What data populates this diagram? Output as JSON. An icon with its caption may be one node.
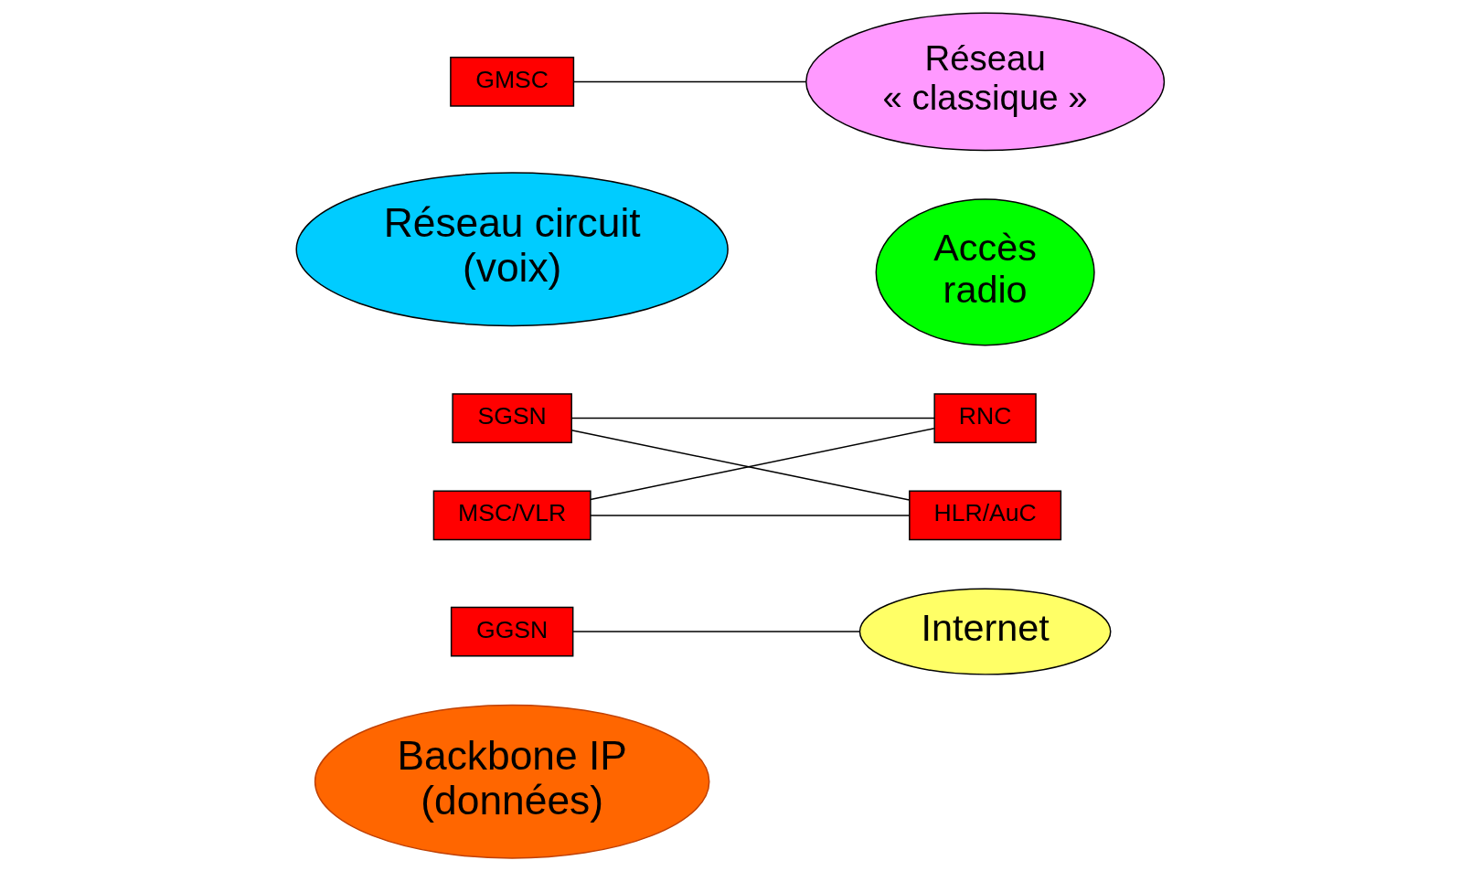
{
  "diagram": {
    "nodes": [
      {
        "text": [
          "Backbone IP (données)"
        ]
      },
      {
        "text": [
          "Internet"
        ]
      },
      {
        "text": [
          "SGSN"
        ]
      },
      {
        "text": [
          "GGSN"
        ]
      },
      {
        "text": [
          "Accès radio"
        ]
      },
      {
        "text": [
          "RNC"
        ]
      },
      {
        "text": [
          "Réseau circuit (voix)"
        ]
      },
      {
        "text": [
          "MSC/VLR"
        ]
      },
      {
        "text": [
          "GMSC"
        ]
      },
      {
        "text": [
          "Réseau « classique »"
        ]
      },
      {
        "text": [
          "HLR/AuC"
        ]
      }
    ],
    "edges": [
      {
        "from": 3,
        "to": 1,
        "arrow": "none"
      },
      {
        "from": 2,
        "to": 5,
        "arrow": "none"
      },
      {
        "from": 2,
        "to": 10,
        "arrow": "none"
      },
      {
        "from": 5,
        "to": 7,
        "arrow": "none"
      },
      {
        "from": 7,
        "to": 10,
        "arrow": "none"
      },
      {
        "from": 8,
        "to": 9,
        "arrow": "none"
      }
    ]
  }
}
